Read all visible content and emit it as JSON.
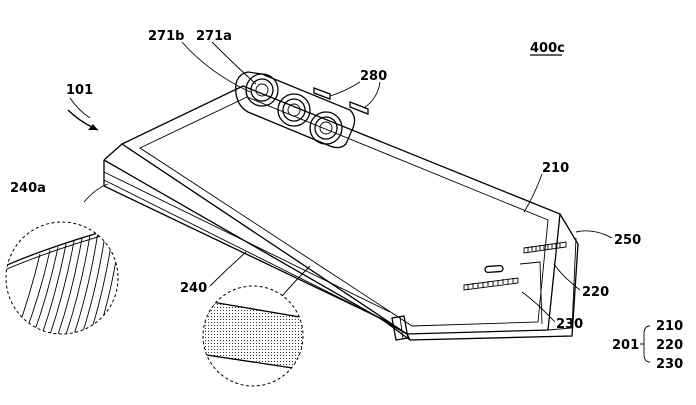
{
  "figure": {
    "title": "400c",
    "callouts": {
      "device": "101",
      "camera_a": "271a",
      "camera_b": "271b",
      "buttons": "280",
      "first_housing": "210",
      "hinge_part": "250",
      "second_housing": "220",
      "third_housing": "230",
      "side_surface": "240",
      "texture_detail": "240a"
    },
    "grouping": {
      "label": "201",
      "members": [
        "210",
        "220",
        "230"
      ]
    }
  }
}
